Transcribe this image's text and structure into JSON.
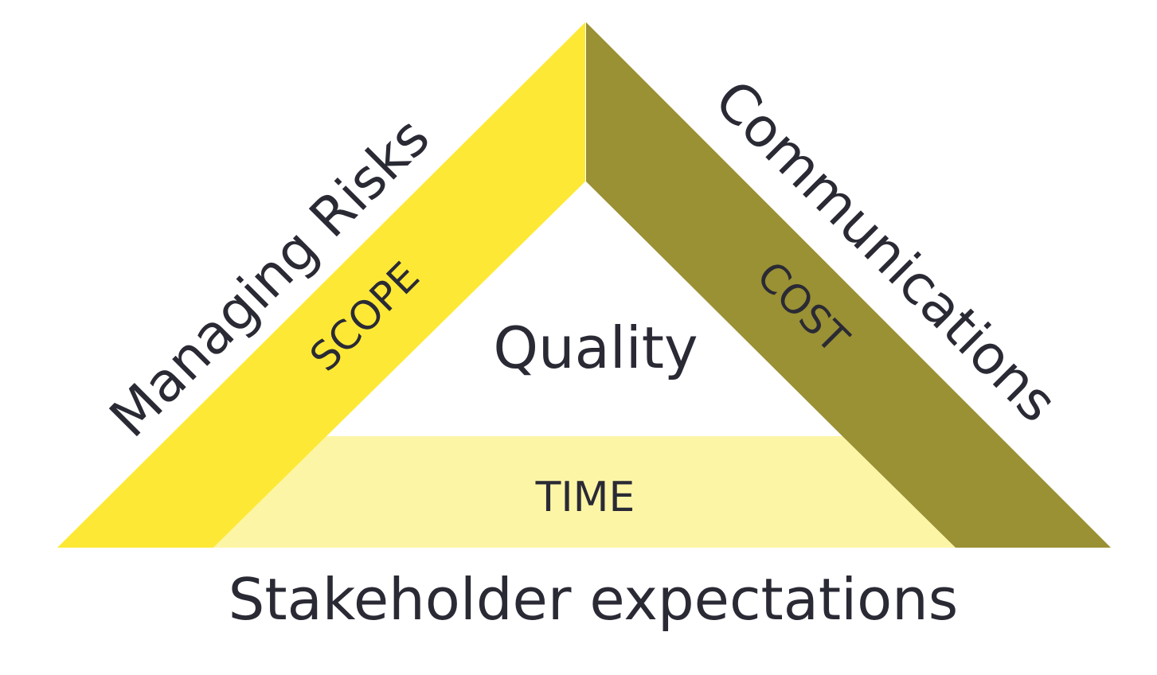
{
  "labels": {
    "center": "Quality",
    "left_side": "SCOPE",
    "right_side": "COST",
    "bottom_side": "TIME",
    "outer_left": "Managing Risks",
    "outer_right": "Communications",
    "outer_bottom": "Stakeholder expectations"
  },
  "colors": {
    "scope": "#fde935",
    "cost": "#9a9034",
    "time": "#fdf5a6",
    "text": "#2a2a35",
    "background": "#ffffff"
  }
}
